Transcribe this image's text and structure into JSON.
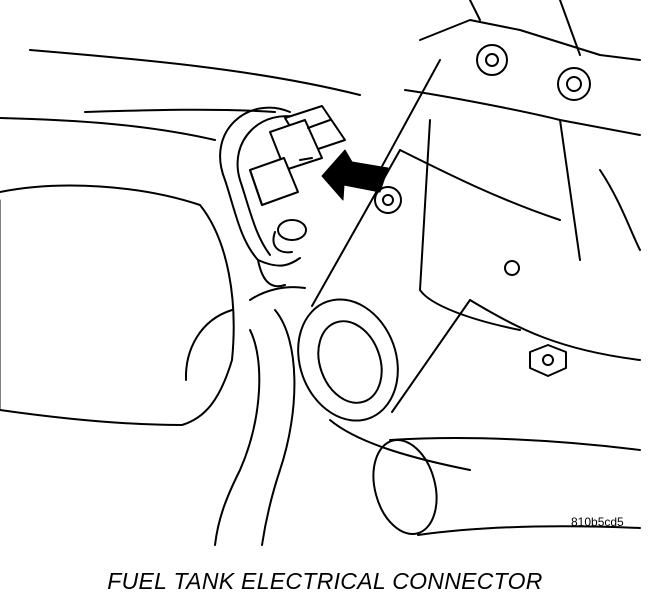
{
  "figure": {
    "reference_code": "810b5cd5",
    "caption": "FUEL TANK ELECTRICAL CONNECTOR",
    "pointer": "arrow pointing at electrical connector",
    "line_color": "#000000",
    "background_color": "#ffffff"
  }
}
